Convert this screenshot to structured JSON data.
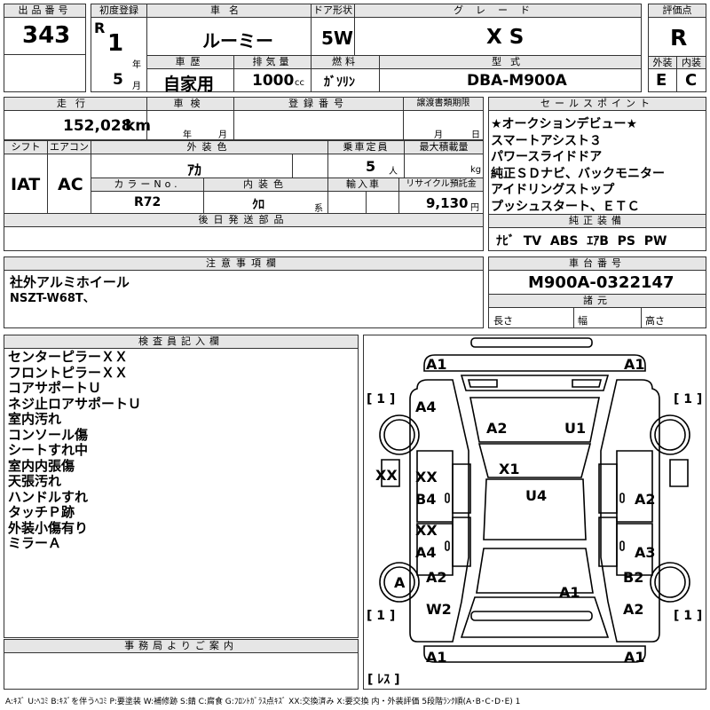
{
  "header": {
    "lot_label": "出品番号",
    "lot_no": "343",
    "first_reg_label": "初度登録",
    "era": "R",
    "reg_year": "1",
    "year_unit": "年",
    "reg_month": "5",
    "month_unit": "月",
    "car_name_label": "車名",
    "car_name": "ルーミー",
    "door_label": "ドア形状",
    "door": "5W",
    "grade_label": "グレード",
    "grade": "X S",
    "eval_label": "評価点",
    "eval": "R",
    "history_label": "車歴",
    "history": "自家用",
    "displacement_label": "排気量",
    "displacement": "1000",
    "cc": "cc",
    "fuel_label": "燃料",
    "fuel": "ｶﾞｿﾘﾝ",
    "model_label": "型式",
    "model": "DBA-M900A",
    "ext_label": "外装",
    "ext": "E",
    "int_label": "内装",
    "int": "C"
  },
  "row2": {
    "mileage_label": "走行",
    "mileage": "152,028",
    "km": "km",
    "inspection_label": "車検",
    "insp_year": "年",
    "insp_month": "月",
    "regno_label": "登録番号",
    "transfer_label": "譲渡書類期限",
    "tr_month": "月",
    "tr_day": "日",
    "shift_label": "シフト",
    "shift": "IAT",
    "ac_label": "エアコン",
    "ac": "AC",
    "color_label": "外装色",
    "color": "ｱｶ",
    "capacity_label": "乗車定員",
    "capacity": "5",
    "person": "人",
    "load_label": "最大積載量",
    "kg": "kg",
    "colorno_label": "カラーNo.",
    "colorno": "R72",
    "intcolor_label": "内装色",
    "intcolor": "ｸﾛ",
    "kei": "系",
    "import_label": "輸入車",
    "recycle_label": "リサイクル預託金",
    "recycle": "9,130",
    "yen": "円",
    "later_label": "後日発送部品"
  },
  "sales": {
    "label": "セールスポイント",
    "lines": [
      "★オークションデビュー★",
      "スマートアシスト３",
      "パワースライドドア",
      "純正ＳＤナビ、バックモニター",
      "アイドリングストップ",
      "プッシュスタート、ＥＴＣ"
    ],
    "equip_label": "純正装備",
    "equip": "ﾅﾋﾞ  TV  ABS  ｴｱB  PS  PW"
  },
  "notes": {
    "label": "注意事項欄",
    "lines": [
      "社外アルミホイール",
      "NSZT-W68T、"
    ]
  },
  "chassis": {
    "label": "車台番号",
    "value": "M900A-0322147",
    "spec_label": "諸元",
    "len": "長さ",
    "wid": "幅",
    "hei": "高さ"
  },
  "inspector": {
    "label": "検査員記入欄",
    "lines": [
      "センターピラーＸＸ",
      "フロントピラーＸＸ",
      "コアサポートＵ",
      "ネジ止ロアサポートＵ",
      "室内汚れ",
      "コンソール傷",
      "シートすれ中",
      "室内内張傷",
      "天張汚れ",
      "ハンドルすれ",
      "タッチＰ跡",
      "外装小傷有り",
      "ミラーＡ"
    ]
  },
  "office": {
    "label": "事務局よりご案内"
  },
  "diagram": {
    "marks": {
      "a1_tl": "A1",
      "a1_tr": "A1",
      "a1_bl": "A1",
      "a1_br": "A1",
      "a4_fl": "A4",
      "a2_hood": "A2",
      "u1_hood": "U1",
      "x1": "X1",
      "u4": "U4",
      "xx_left": "XX",
      "xx_fd": "XX",
      "b4": "B4",
      "a2_right": "A2",
      "xx_rd": "XX",
      "a4_rd": "A4",
      "a3_right": "A3",
      "a_wheel": "A",
      "a2_rfl": "A2",
      "b2_right": "B2",
      "a1_trunk": "A1",
      "w2": "W2",
      "a2_rbr": "A2"
    },
    "tire_l1": "[ 1 ]",
    "tire_r1": "[ 1 ]",
    "tire_l2": "[ 1 ]",
    "tire_r2": "[ 1 ]",
    "spare": "[ ﾚｽ ]"
  },
  "legend": "A:ｷｽﾞ U:ﾍｺﾐ B:ｷｽﾞを伴うﾍｺﾐ P:要塗装 W:補修跡 S:錆 C:腐食 G:ﾌﾛﾝﾄｶﾞﾗｽ点ｷｽﾞ XX:交換済み X:要交換 内・外装評価 5段階ﾗﾝｸ順(A･B･C･D･E) 1"
}
